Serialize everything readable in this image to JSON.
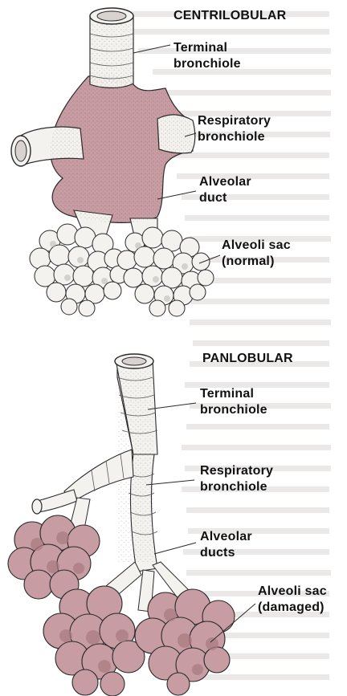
{
  "diagram": {
    "centrilobular": {
      "heading": "CENTRILOBULAR",
      "labels": [
        {
          "line1": "Terminal",
          "line2": "bronchiole"
        },
        {
          "line1": "Respiratory",
          "line2": "bronchiole"
        },
        {
          "line1": "Alveolar",
          "line2": "duct"
        },
        {
          "line1": "Alveoli sac",
          "line2": "(normal)"
        }
      ]
    },
    "panlobular": {
      "heading": "PANLOBULAR",
      "labels": [
        {
          "line1": "Terminal",
          "line2": "bronchiole"
        },
        {
          "line1": "Respiratory",
          "line2": "bronchiole"
        },
        {
          "line1": "Alveolar",
          "line2": "ducts"
        },
        {
          "line1": "Alveoli sac",
          "line2": "(damaged)"
        }
      ]
    }
  },
  "colors": {
    "tissue_pink": "#c79ca2",
    "tissue_pink_dark": "#8f5f66",
    "airway_white": "#f4f2ef",
    "line": "#2a2a2a",
    "bleed_text": "#e6e3e3"
  }
}
